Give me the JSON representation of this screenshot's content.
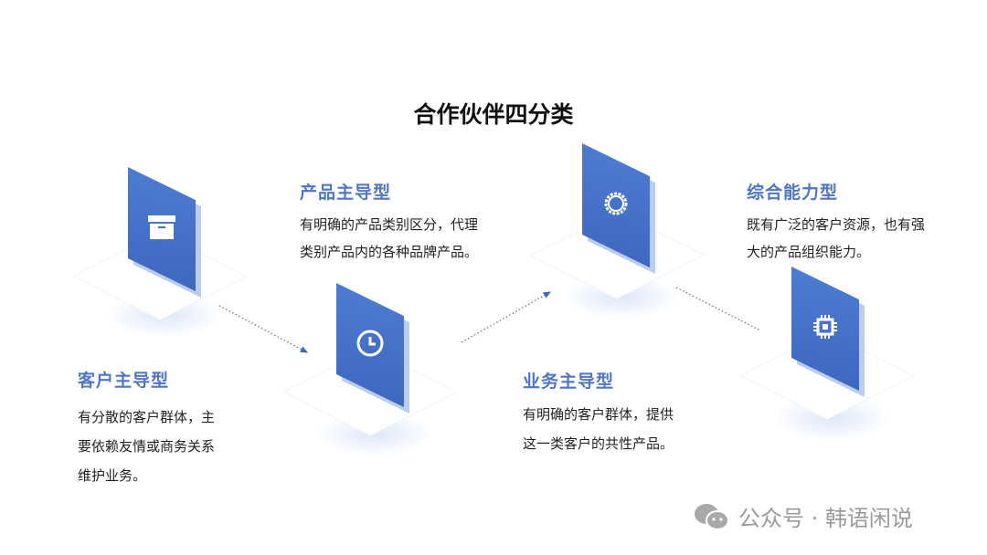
{
  "title": "合作伙伴四分类",
  "categories": [
    {
      "heading": "客户主导型",
      "lines": [
        "有分散的客户群体，主",
        "要依赖友情或商务关系",
        "维护业务。"
      ],
      "icon": "archive-box-icon"
    },
    {
      "heading": "产品主导型",
      "lines": [
        "有明确的产品类别区分，代理",
        "类别产品内的各种品牌产品。"
      ],
      "icon": "clock-icon"
    },
    {
      "heading": "业务主导型",
      "lines": [
        "有明确的客户群体，提供",
        "这一类客户的共性产品。"
      ],
      "icon": "gear-icon"
    },
    {
      "heading": "综合能力型",
      "lines": [
        "既有广泛的客户资源，也有强",
        "大的产品组织能力。"
      ],
      "icon": "chip-icon"
    }
  ],
  "watermark": {
    "text": "公众号 · 韩语闲说",
    "icon": "wechat-icon"
  },
  "colors": {
    "accent": "#4f76c4",
    "panel": "#4270c6"
  }
}
